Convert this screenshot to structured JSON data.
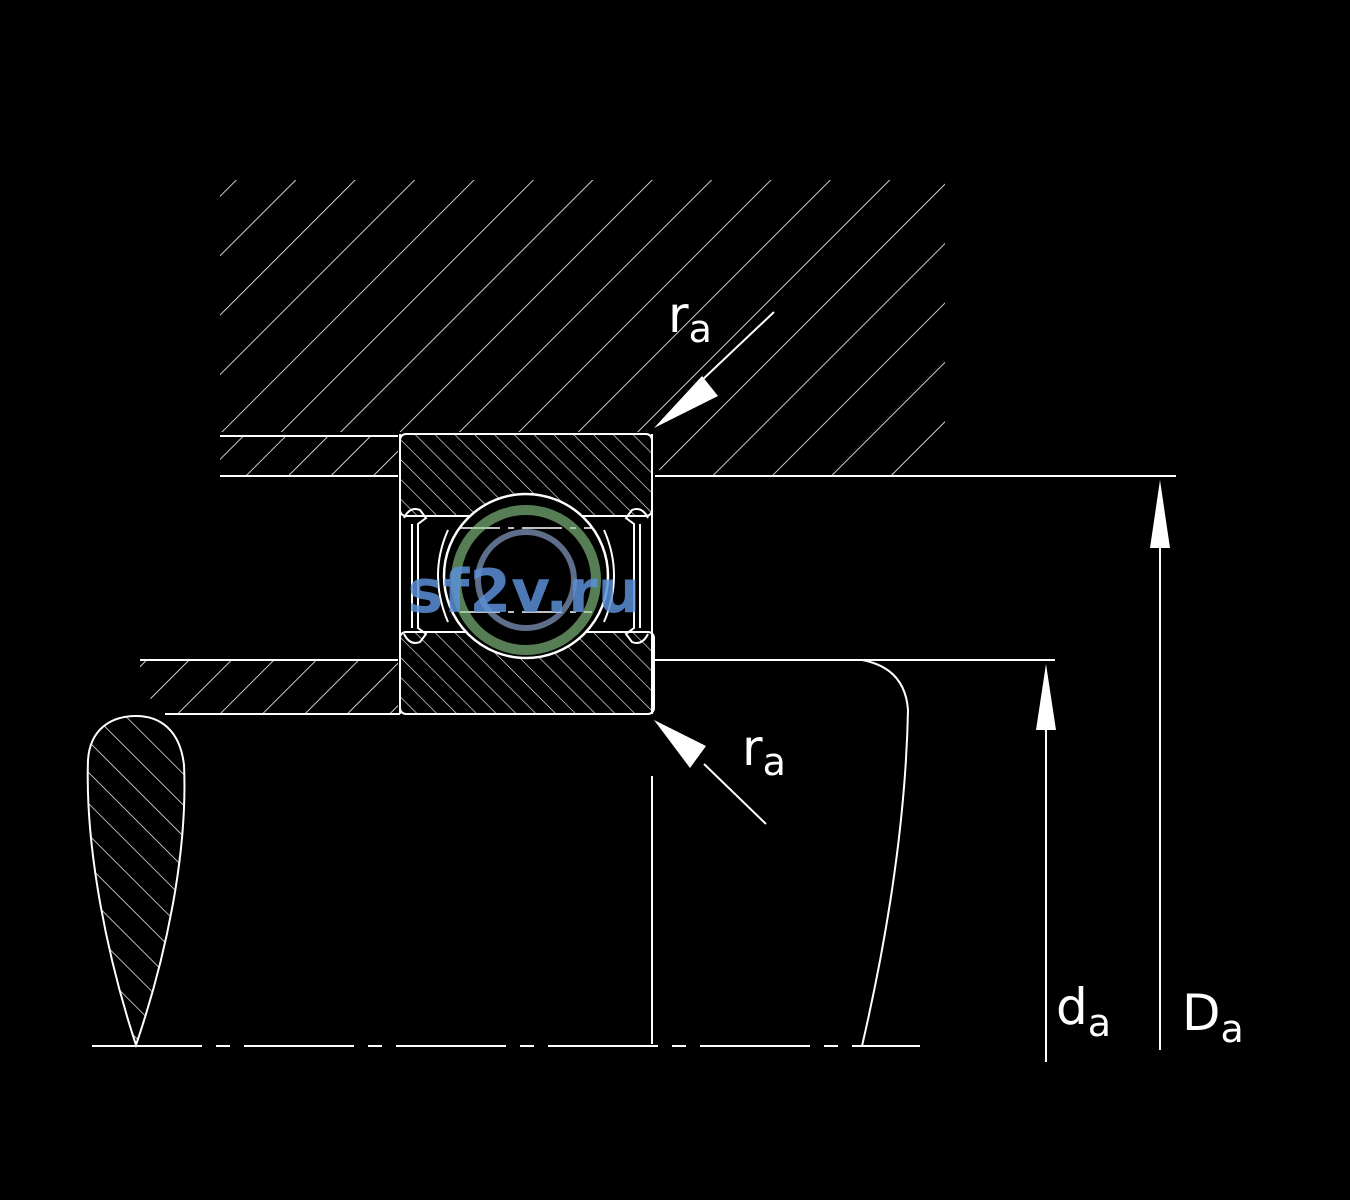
{
  "labels": {
    "ra_top": {
      "main": "r",
      "sub": "a"
    },
    "ra_bottom": {
      "main": "r",
      "sub": "a"
    },
    "da": {
      "main": "d",
      "sub": "a"
    },
    "Da": {
      "main": "D",
      "sub": "a"
    }
  },
  "watermark": {
    "text": "sf2v.ru"
  },
  "colors": {
    "background": "#000000",
    "line": "#ffffff",
    "watermark_blue": "#5b8fd6",
    "watermark_green": "#8fd18b"
  }
}
